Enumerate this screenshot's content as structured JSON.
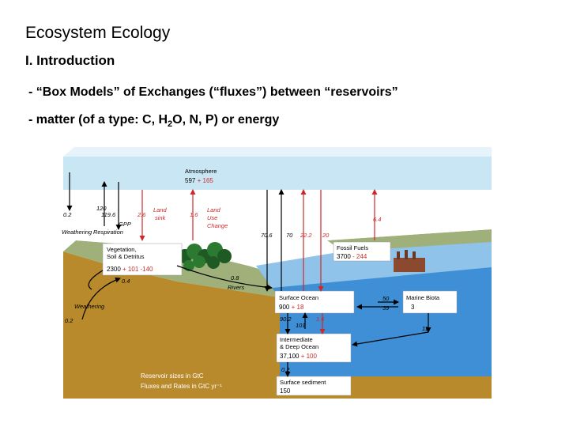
{
  "slide": {
    "title": "Ecosystem Ecology",
    "section": "I. Introduction",
    "bullet1": "- “Box Models” of Exchanges (“fluxes”) between “reservoirs”",
    "bullet2_pre": "-  matter (of a type: C, H",
    "bullet2_sub": "2",
    "bullet2_post": "O, N, P) or energy"
  },
  "diagram": {
    "colors": {
      "natural": "#000000",
      "anthropogenic": "#cc2a2a",
      "ocean": "#3f8fd6",
      "sky": "#c9e6f5",
      "soil": "#b98a2c"
    },
    "atmosphere": {
      "label": "Atmosphere",
      "value": "597",
      "delta": "+ 165"
    },
    "vegetation": {
      "label1": "Vegetation,",
      "label2": "Soil & Detritus",
      "value": "2300",
      "delta": "+ 101 -140"
    },
    "fossil": {
      "label": "Fossil Fuels",
      "value": "3700",
      "delta": "- 244"
    },
    "surface_ocean": {
      "label": "Surface Ocean",
      "value": "900",
      "delta": "+ 18"
    },
    "marine_biota": {
      "label": "Marine Biota",
      "value": "3"
    },
    "deep_ocean": {
      "label1": "Intermediate",
      "label2": "& Deep Ocean",
      "value": "37,100",
      "delta": "+ 100"
    },
    "sediment": {
      "label": "Surface sediment",
      "value": "150"
    },
    "fluxes": {
      "weathering_top_value": "0.2",
      "weathering_top_label": "Weathering",
      "gpp_value": "120",
      "gpp_label": "GPP",
      "respiration_value": "119.6",
      "respiration_label": "Respiration",
      "land_sink_value": "2.6",
      "land_sink_label1": "Land",
      "land_sink_label2": "sink",
      "land_use_value": "1.6",
      "land_use_label1": "Land",
      "land_use_label2": "Use",
      "land_use_label3": "Change",
      "f_70_6": "70.6",
      "f_70": "70",
      "f_22_2": "22.2",
      "f_20": "20",
      "fossil_emit": "6.4",
      "rivers_value": "0.8",
      "rivers_label": "Rivers",
      "veg_small": "0.4",
      "weathering_low_value": "0.2",
      "weathering_low_label": "Weathering",
      "bio_50": "50",
      "bio_39": "39",
      "f_90_2": "90.2",
      "f_101": "101",
      "f_1_6": "1.6",
      "f_11": "11",
      "f_sed": "0.2"
    },
    "legend": {
      "line1": "Reservoir sizes in GtC",
      "line2": "Fluxes and Rates in GtC yr⁻¹"
    }
  }
}
